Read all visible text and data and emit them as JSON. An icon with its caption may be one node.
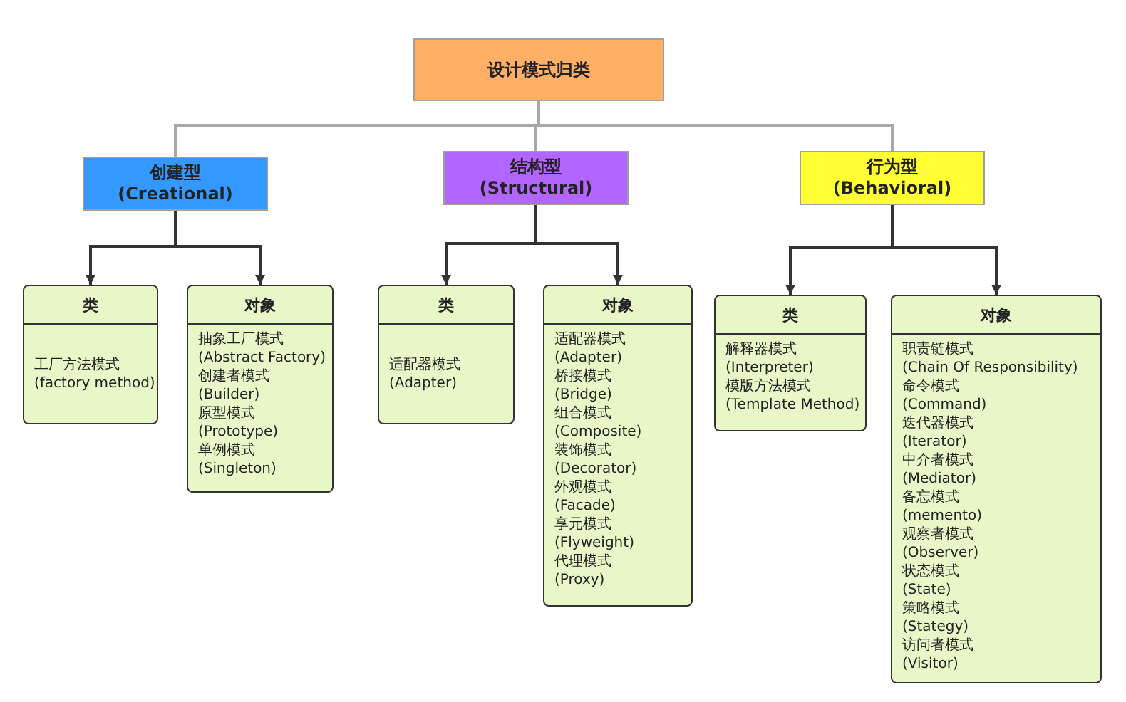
{
  "diagram": {
    "nodes": [
      {
        "text": [
          "设计模式归类"
        ]
      },
      {
        "text": [
          "创建型",
          "(Creational)"
        ]
      },
      {
        "text": [
          "结构型",
          "(Structural)"
        ]
      },
      {
        "text": [
          "行为型",
          "(Behavioral)"
        ]
      },
      {
        "text": [
          "类",
          "工厂方法模式",
          "(factory method)"
        ]
      },
      {
        "text": [
          "对象",
          "抽象工厂模式",
          "(Abstract Factory)",
          "创建者模式",
          "(Builder)",
          "原型模式",
          "(Prototype)",
          "单例模式",
          "(Singleton)"
        ]
      },
      {
        "text": [
          "类",
          "适配器模式",
          "(Adapter)"
        ]
      },
      {
        "text": [
          "对象",
          "适配器模式",
          "(Adapter)",
          "桥接模式",
          "(Bridge)",
          "组合模式",
          "(Composite)",
          "装饰模式",
          "(Decorator)",
          "外观模式",
          "(Facade)",
          "享元模式",
          "(Flyweight)",
          "代理模式",
          "(Proxy)"
        ]
      },
      {
        "text": [
          "类",
          "解释器模式",
          "(Interpreter)",
          "模版方法模式",
          "(Template Method)"
        ]
      },
      {
        "text": [
          "对象",
          "职责链模式",
          "(Chain Of Responsibility)",
          "命令模式",
          "(Command)",
          "迭代器模式",
          "(Iterator)",
          "中介者模式",
          "(Mediator)",
          "备忘模式",
          "(memento)",
          "观察者模式",
          "(Observer)",
          "状态模式",
          "(State)",
          "策略模式",
          "(Stategy)",
          "访问者模式",
          "(Visitor)"
        ]
      }
    ],
    "edges": [
      {
        "from": 0,
        "to": 1,
        "arrow": "none",
        "color": "#a8a8a8"
      },
      {
        "from": 0,
        "to": 2,
        "arrow": "none",
        "color": "#a8a8a8"
      },
      {
        "from": 0,
        "to": 3,
        "arrow": "none",
        "color": "#a8a8a8"
      },
      {
        "from": 1,
        "to": 4,
        "arrow": "to"
      },
      {
        "from": 1,
        "to": 5,
        "arrow": "to"
      },
      {
        "from": 2,
        "to": 6,
        "arrow": "to"
      },
      {
        "from": 2,
        "to": 7,
        "arrow": "to"
      },
      {
        "from": 3,
        "to": 8,
        "arrow": "to"
      },
      {
        "from": 3,
        "to": 9,
        "arrow": "to"
      }
    ]
  }
}
